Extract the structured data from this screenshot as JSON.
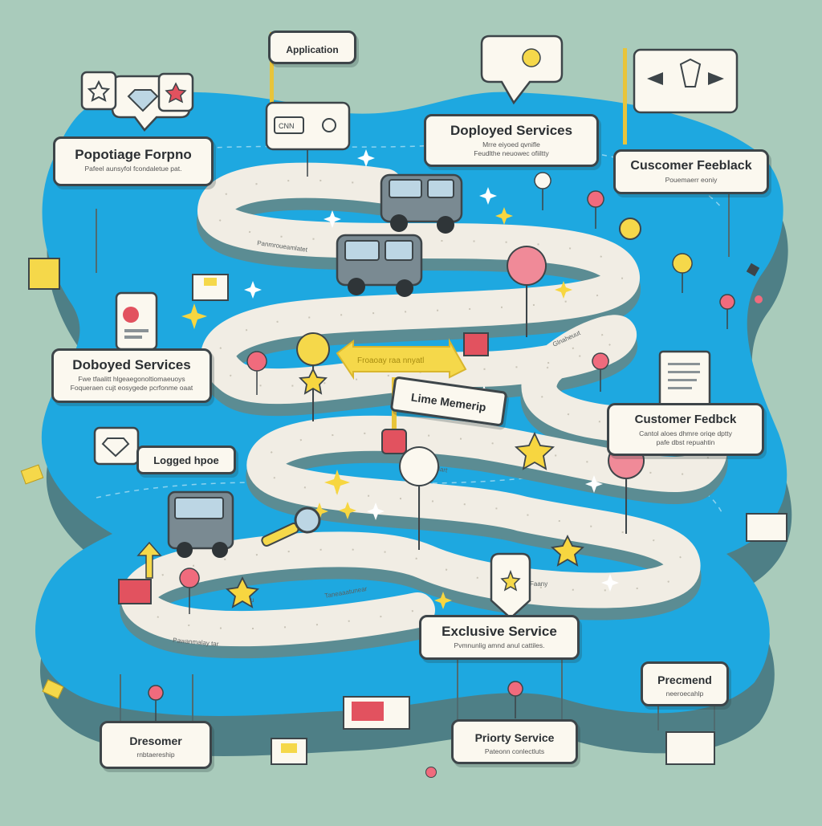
{
  "labels": {
    "application": "Application",
    "deployed_top_title": "Doployed Services",
    "deployed_top_sub1": "Mrre eiyoed qvnifle",
    "deployed_top_sub2": "Feudlthe neuowec ofiiltty",
    "customer_top_title": "Cuscomer Feeblack",
    "customer_top_sub": "Pouemaerr eoniy",
    "popular_title": "Popotiage Forpno",
    "popular_sub": "Pafeel aunsyfol fcondaletue pat.",
    "deployed_left_title": "Doboyed Services",
    "deployed_left_sub1": "Fwe tfaalitt hlgeaegonoltiomaeuoys",
    "deployed_left_sub2": "Foqueraen cujt eosygede pcrfonme oaat",
    "logged": "Logged hpoe",
    "customer_right_title": "Customer Fedbck",
    "customer_right_sub1": "Cantol aloes dhmre oriqe dptty",
    "customer_right_sub2": "pafe dbst repuahtin",
    "lime_membership": "Lime Memerip",
    "exclusive_title": "Exclusive Service",
    "exclusive_sub": "Pvmnunlig amnd anul cattiles.",
    "premand_title": "Precmend",
    "premand_sub": "neeroecahlp",
    "priority_title": "Priorty Service",
    "priority_sub": "Pateonn conlectluts",
    "dresomer_title": "Dresomer",
    "dresomer_sub": "rnbtaereship",
    "road_label_1": "Panmroueamlatet",
    "road_label_2": "Glnaheuut",
    "road_label_3": "Gtammlart",
    "road_label_4": "Taneaaatunear",
    "road_label_5": "Pawanmalay tar",
    "road_label_6": "Faany",
    "road_label_7": "Srsu",
    "arrow_text": "Froaoay raa nnyatl",
    "window_label": "CNN"
  },
  "colors": {
    "background": "#a9cbbb",
    "platform": "#1ea8e0",
    "platform_side": "#4e7f86",
    "road": "#f1ede4",
    "card": "#fbf8ef",
    "star": "#f7d640",
    "pin": "#f06b7d"
  },
  "icons": [
    "star-icon",
    "diamond-icon",
    "map-pin-icon",
    "truck-icon",
    "magnifier-icon",
    "heart-icon",
    "arrow-icon",
    "flag-icon",
    "profile-card-icon",
    "document-icon",
    "gift-box-icon",
    "sparkle-icon"
  ]
}
